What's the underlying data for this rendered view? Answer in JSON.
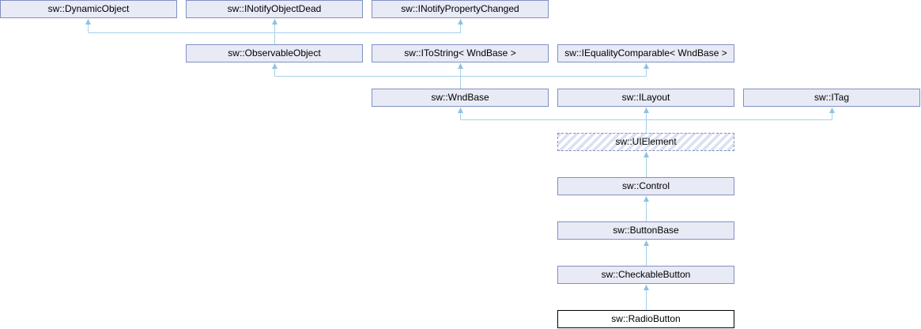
{
  "diagram": {
    "type": "class-inheritance-graph",
    "root_class": "sw::RadioButton",
    "nodes": [
      {
        "label": "sw::DynamicObject",
        "style": "base"
      },
      {
        "label": "sw::INotifyObjectDead",
        "style": "base"
      },
      {
        "label": "sw::INotifyPropertyChanged",
        "style": "base"
      },
      {
        "label": "sw::ObservableObject",
        "style": "base"
      },
      {
        "label": "sw::IToString< WndBase >",
        "style": "base"
      },
      {
        "label": "sw::IEqualityComparable< WndBase >",
        "style": "base"
      },
      {
        "label": "sw::WndBase",
        "style": "base"
      },
      {
        "label": "sw::ILayout",
        "style": "base"
      },
      {
        "label": "sw::ITag",
        "style": "base"
      },
      {
        "label": "sw::UIElement",
        "style": "hatched-dashed"
      },
      {
        "label": "sw::Control",
        "style": "base"
      },
      {
        "label": "sw::ButtonBase",
        "style": "base"
      },
      {
        "label": "sw::CheckableButton",
        "style": "base"
      },
      {
        "label": "sw::RadioButton",
        "style": "current"
      }
    ],
    "edges": [
      {
        "from": "sw::ObservableObject",
        "to": "sw::DynamicObject"
      },
      {
        "from": "sw::ObservableObject",
        "to": "sw::INotifyObjectDead"
      },
      {
        "from": "sw::ObservableObject",
        "to": "sw::INotifyPropertyChanged"
      },
      {
        "from": "sw::WndBase",
        "to": "sw::ObservableObject"
      },
      {
        "from": "sw::WndBase",
        "to": "sw::IToString< WndBase >"
      },
      {
        "from": "sw::WndBase",
        "to": "sw::IEqualityComparable< WndBase >"
      },
      {
        "from": "sw::UIElement",
        "to": "sw::WndBase"
      },
      {
        "from": "sw::UIElement",
        "to": "sw::ILayout"
      },
      {
        "from": "sw::UIElement",
        "to": "sw::ITag"
      },
      {
        "from": "sw::Control",
        "to": "sw::UIElement"
      },
      {
        "from": "sw::ButtonBase",
        "to": "sw::Control"
      },
      {
        "from": "sw::CheckableButton",
        "to": "sw::ButtonBase"
      },
      {
        "from": "sw::RadioButton",
        "to": "sw::CheckableButton"
      }
    ],
    "colors": {
      "background": "#ffffff",
      "node_fill": "#e8eaf6",
      "node_border": "#8091c1",
      "hatch_stripe": "#dbe1f2",
      "current_node_border": "#000000",
      "edge_line": "#a5d2e8",
      "edge_arrow": "#8fc2e0",
      "text": "#000000"
    }
  }
}
